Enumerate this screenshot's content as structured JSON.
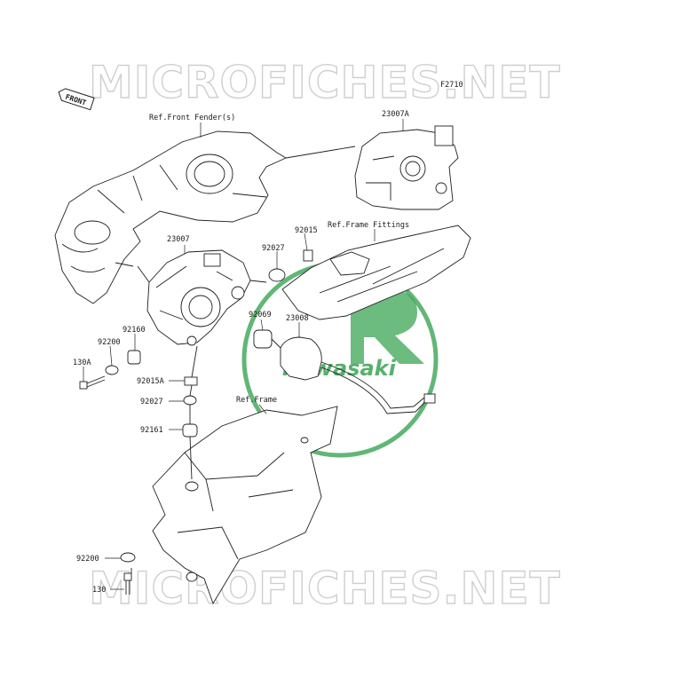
{
  "watermarks": {
    "top": "MICROFICHES.NET",
    "bottom": "MICROFICHES.NET"
  },
  "brand_logo_text": "Kawasaki",
  "figure_code": "F2710",
  "front_tag": "FRONT",
  "references": {
    "front_fender": "Ref.Front Fender(s)",
    "frame_fittings": "Ref.Frame Fittings",
    "frame": "Ref.Frame"
  },
  "parts": {
    "p23007A": "23007A",
    "p23007": "23007",
    "p92015_top": "92015",
    "p92027_top": "92027",
    "p92069": "92069",
    "p23008": "23008",
    "p92160": "92160",
    "p92200_upper": "92200",
    "p130A": "130A",
    "p92015A": "92015A",
    "p92027_mid": "92027",
    "p92161": "92161",
    "p92200_lower": "92200",
    "p130": "130"
  },
  "colors": {
    "logo_green": "#2e9e48",
    "line": "#1f1f1f",
    "watermark": "#cfcfcf"
  }
}
